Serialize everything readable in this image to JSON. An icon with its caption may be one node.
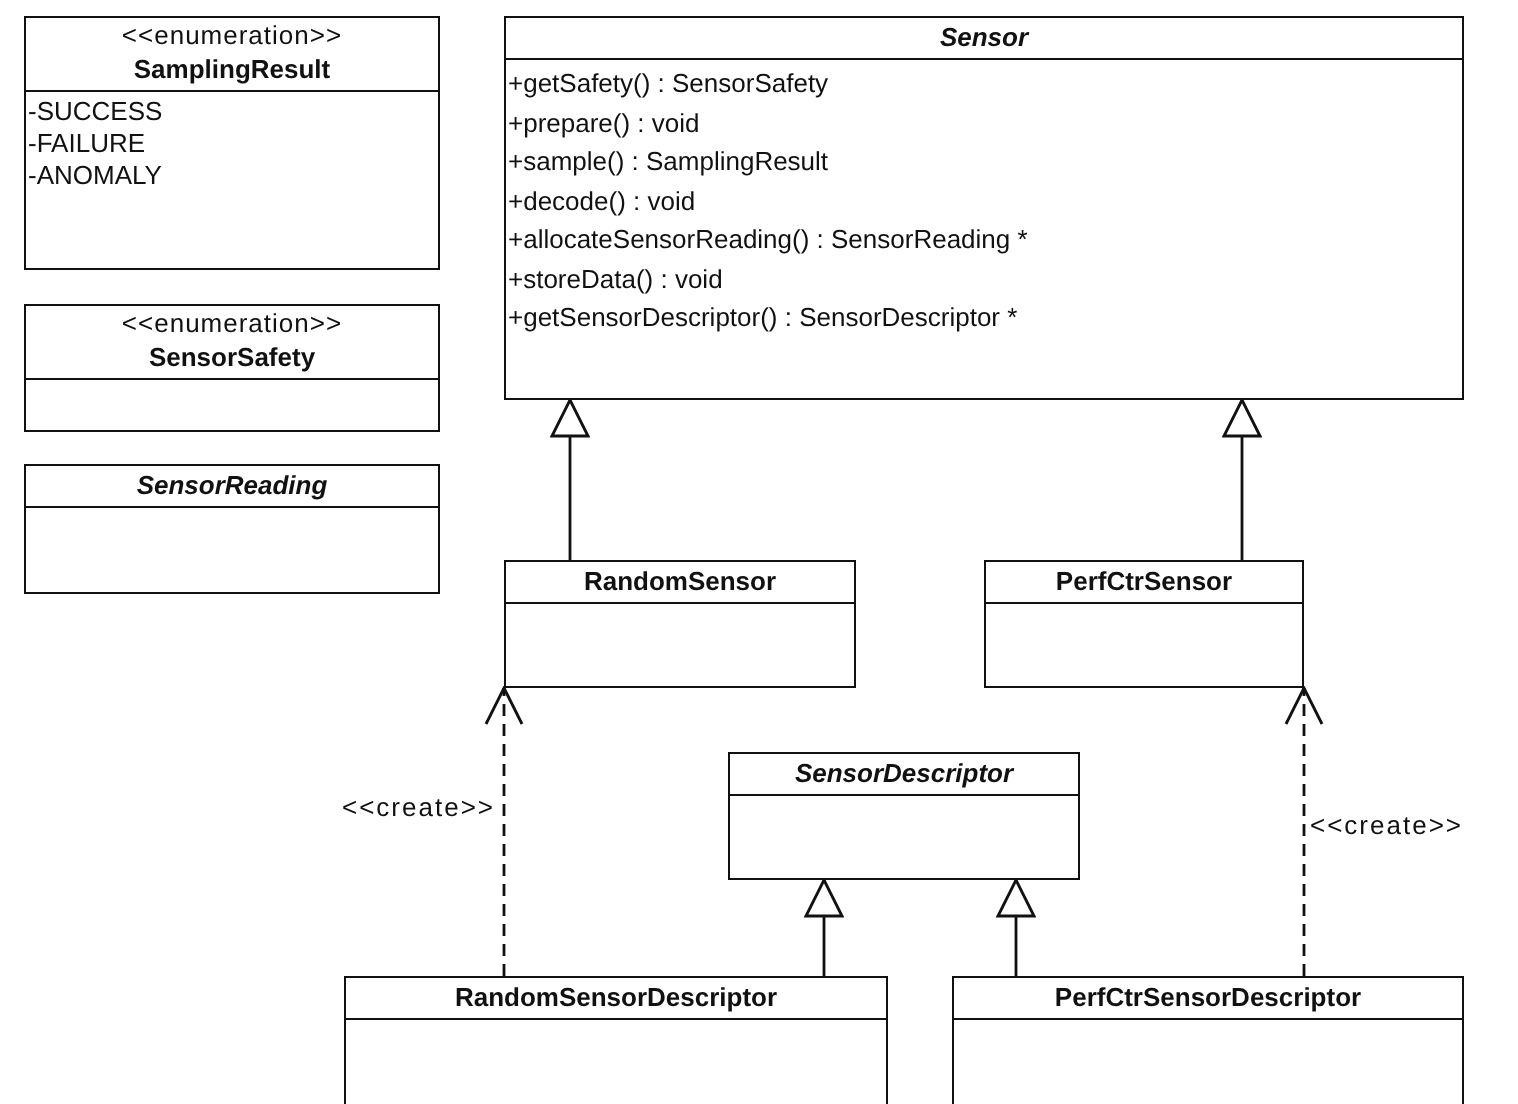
{
  "diagram": {
    "nodes": [
      {
        "text": [
          "<<enumeration>>",
          "SamplingResult",
          "-SUCCESS",
          "-FAILURE",
          "-ANOMALY"
        ]
      },
      {
        "text": [
          "<<enumeration>>",
          "SensorSafety"
        ]
      },
      {
        "text": [
          "SensorReading"
        ]
      },
      {
        "text": [
          "Sensor",
          "+getSafety() : SensorSafety",
          "+prepare() : void",
          "+sample() : SamplingResult",
          "+decode() : void",
          "+allocateSensorReading() : SensorReading *",
          "+storeData() : void",
          "+getSensorDescriptor() : SensorDescriptor *"
        ]
      },
      {
        "text": [
          "RandomSensor"
        ]
      },
      {
        "text": [
          "PerfCtrSensor"
        ]
      },
      {
        "text": [
          "SensorDescriptor"
        ]
      },
      {
        "text": [
          "RandomSensorDescriptor"
        ]
      },
      {
        "text": [
          "PerfCtrSensorDescriptor"
        ]
      }
    ],
    "edges": [
      {
        "from": 4,
        "to": 3,
        "arrow": "to"
      },
      {
        "from": 5,
        "to": 3,
        "arrow": "to"
      },
      {
        "from": 7,
        "to": 4,
        "arrow": "to",
        "style": "dashed",
        "label": "<<create>>"
      },
      {
        "from": 8,
        "to": 5,
        "arrow": "to",
        "style": "dashed",
        "label": "<<create>>"
      },
      {
        "from": 7,
        "to": 6,
        "arrow": "to"
      },
      {
        "from": 8,
        "to": 6,
        "arrow": "to"
      }
    ]
  }
}
